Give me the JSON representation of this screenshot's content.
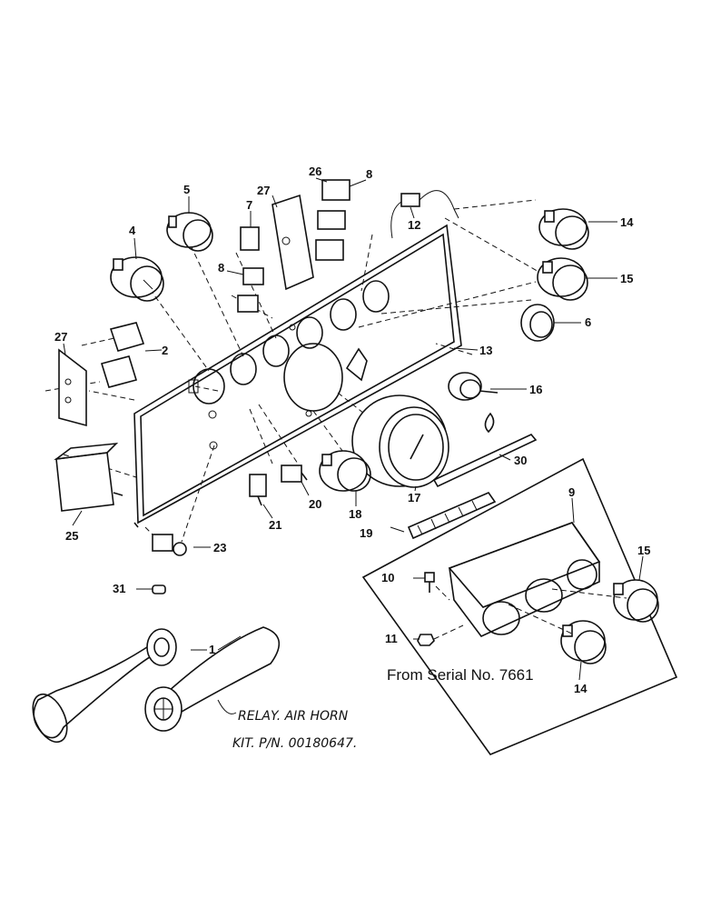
{
  "labels": {
    "p1": "1",
    "p2": "2",
    "p4": "4",
    "p5": "5",
    "p6": "6",
    "p7": "7",
    "p8a": "8",
    "p8b": "8",
    "p9": "9",
    "p10": "10",
    "p11": "11",
    "p12": "12",
    "p13": "13",
    "p14a": "14",
    "p14b": "14",
    "p15a": "15",
    "p15b": "15",
    "p16": "16",
    "p17": "17",
    "p18": "18",
    "p19": "19",
    "p20": "20",
    "p21": "21",
    "p23": "23",
    "p25": "25",
    "p26": "26",
    "p27a": "27",
    "p27b": "27",
    "p30": "30",
    "p31": "31"
  },
  "inset_note": "From Serial No. 7661",
  "handwritten": {
    "line1": "RELAY. AIR HORN",
    "line2": "KIT. P/N. 00180647."
  }
}
